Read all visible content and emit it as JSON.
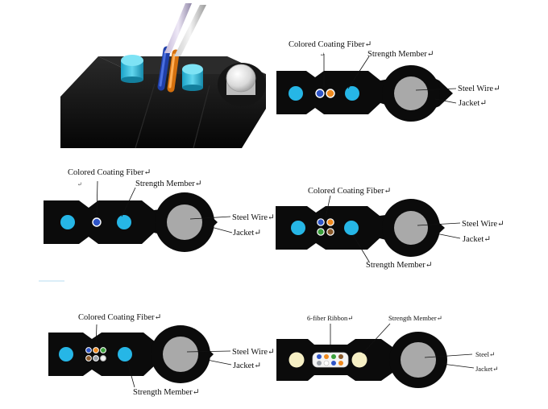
{
  "colors": {
    "jacket": "#0b0b0b",
    "strength_member": "#26b6e6",
    "steel_wire": "#a9a9a9",
    "fiber_blue": "#2f55c8",
    "fiber_orange": "#f08a1e",
    "fiber_green": "#3ca03c",
    "fiber_brown": "#8b5a2b",
    "fiber_slate": "#9aa0a8",
    "fiber_white": "#f2f2f2",
    "ribbon_member": "#f6efc4",
    "leader_line": "#111111"
  },
  "return_mark": "↵",
  "diagrams": [
    {
      "id": "d1",
      "labels": {
        "colored_coating_fiber": "Colored Coating Fiber",
        "strength_member": "Strength Member",
        "steel_wire": "Steel Wire",
        "jacket": "Jacket"
      }
    },
    {
      "id": "d2",
      "labels": {
        "colored_coating_fiber": "Colored Coating Fiber",
        "strength_member": "Strength Member",
        "steel_wire": "Steel Wire",
        "jacket": "Jacket"
      }
    },
    {
      "id": "d3",
      "labels": {
        "colored_coating_fiber": "Colored Coating Fiber",
        "strength_member": "Strength Member",
        "steel_wire": "Steel Wire",
        "jacket": "Jacket"
      }
    },
    {
      "id": "d4",
      "labels": {
        "colored_coating_fiber": "Colored Coating Fiber",
        "strength_member": "Strength Member",
        "steel_wire": "Steel Wire",
        "jacket": "Jacket"
      }
    },
    {
      "id": "d5",
      "labels": {
        "fiber_ribbon": "6-fiber Ribbon",
        "strength_member": "Strength Member",
        "steel": "Steel",
        "jacket": "Jacket"
      }
    }
  ]
}
